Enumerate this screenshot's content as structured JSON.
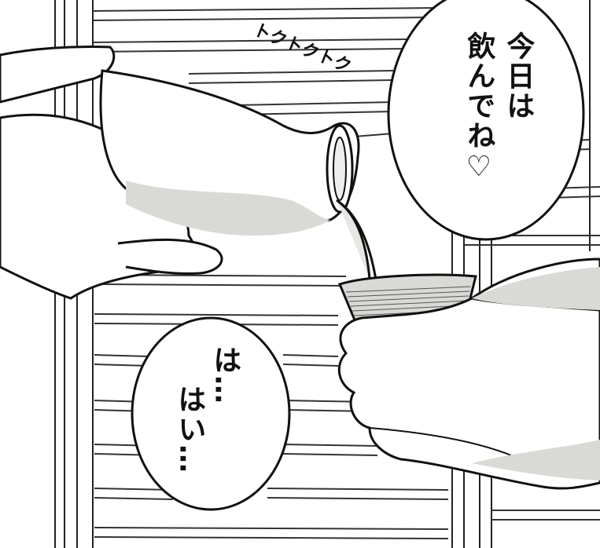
{
  "panel": {
    "sound_effects": [
      "トクトクトク"
    ],
    "bubble_speaker": {
      "line1": "今日は",
      "line2": "飲んでね♡"
    },
    "bubble_listener": {
      "line1": "は…",
      "line2": "はい…"
    }
  }
}
